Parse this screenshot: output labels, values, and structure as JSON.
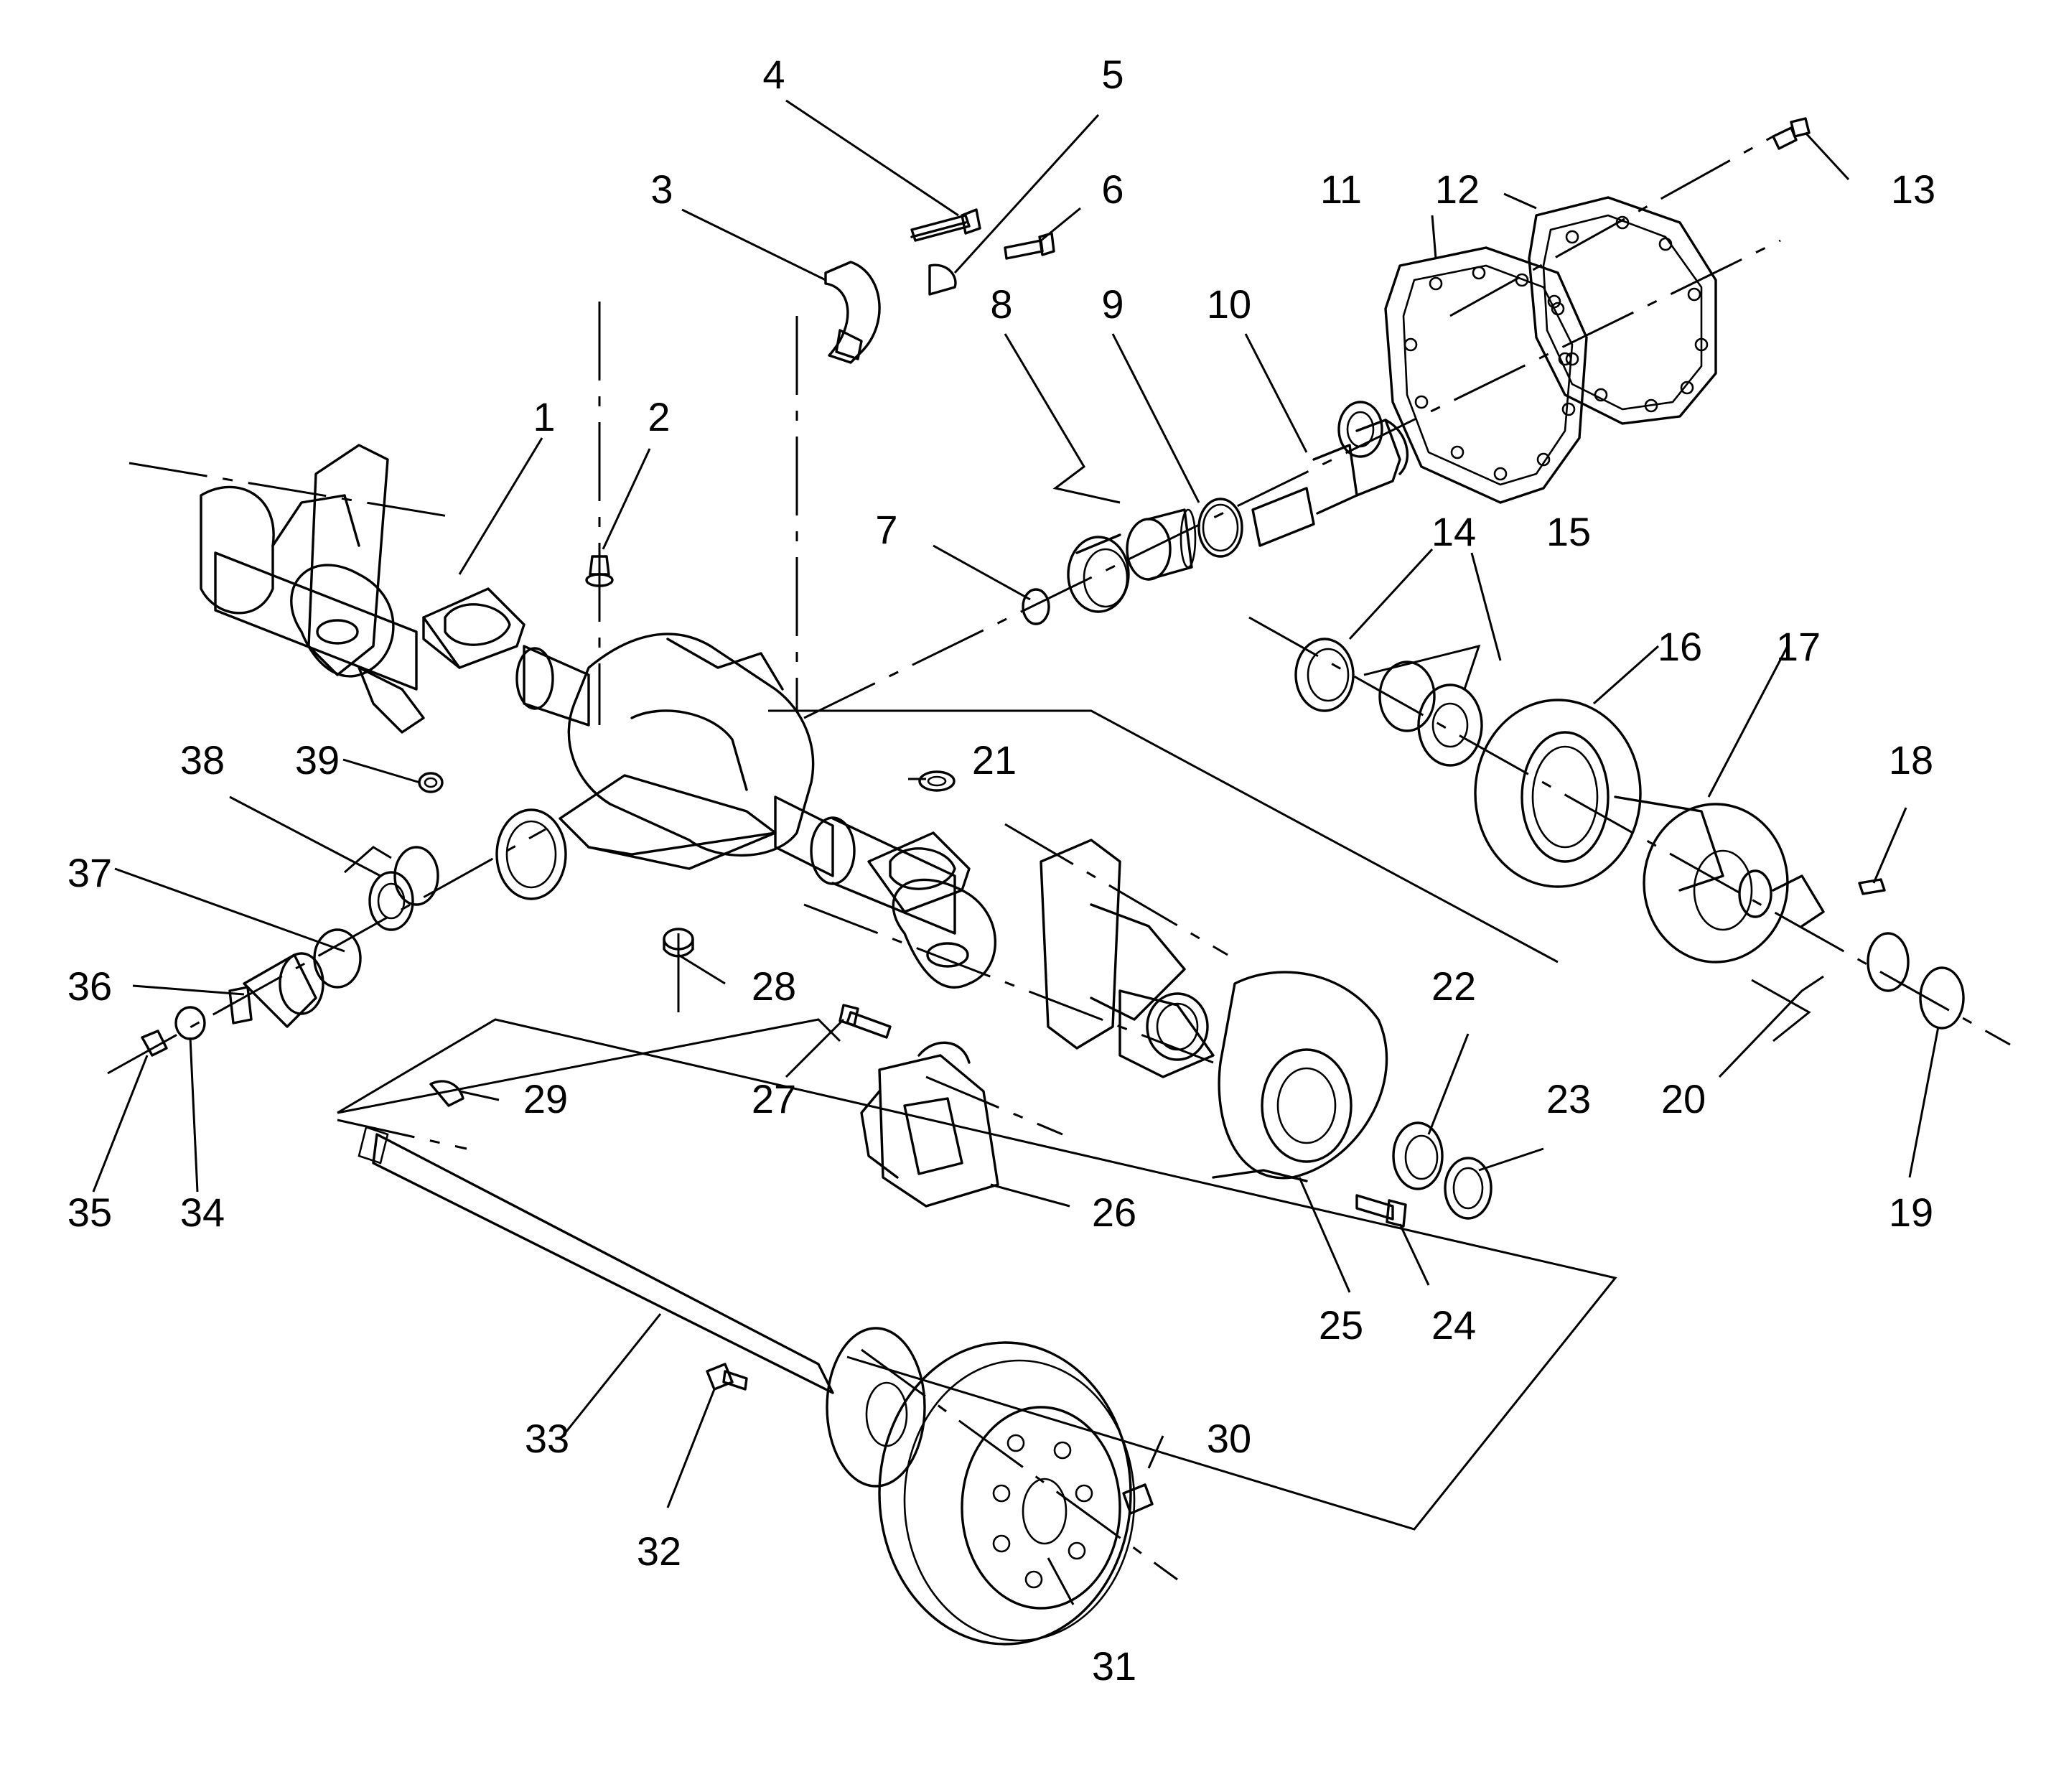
{
  "callouts": {
    "c1": "1",
    "c2": "2",
    "c3": "3",
    "c4": "4",
    "c5": "5",
    "c6": "6",
    "c7": "7",
    "c8": "8",
    "c9": "9",
    "c10": "10",
    "c11": "11",
    "c12": "12",
    "c13": "13",
    "c14": "14",
    "c15": "15",
    "c16": "16",
    "c17": "17",
    "c18": "18",
    "c19": "19",
    "c20": "20",
    "c21": "21",
    "c22": "22",
    "c23": "23",
    "c24": "24",
    "c25": "25",
    "c26": "26",
    "c27": "27",
    "c28": "28",
    "c29": "29",
    "c30": "30",
    "c31": "31",
    "c32": "32",
    "c33": "33",
    "c34": "34",
    "c35": "35",
    "c36": "36",
    "c37": "37",
    "c38": "38",
    "c39": "39"
  }
}
